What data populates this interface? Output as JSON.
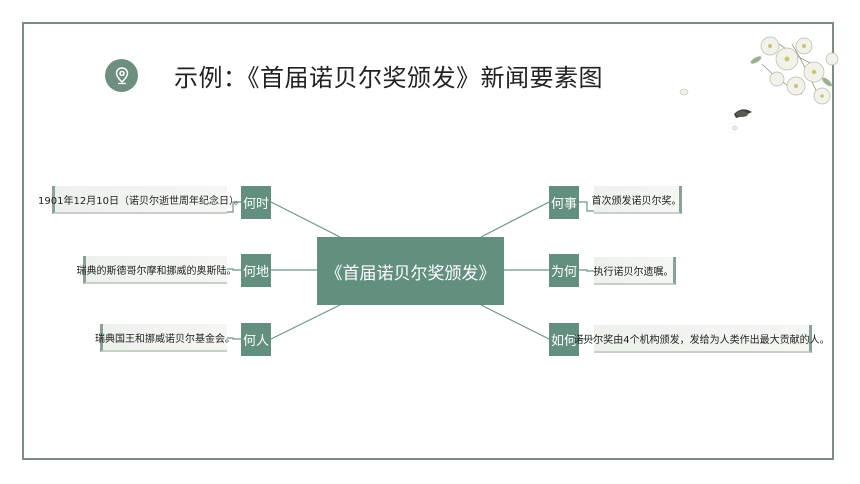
{
  "title": "示例：《首届诺贝尔奖颁发》新闻要素图",
  "center_label": "《首届诺贝尔奖颁发》",
  "nodes": {
    "when": {
      "question": "何时",
      "answer": "1901年12月10日（诺贝尔逝世周年纪念日）。"
    },
    "where": {
      "question": "何地",
      "answer": "瑞典的斯德哥尔摩和挪威的奥斯陆。"
    },
    "who": {
      "question": "何人",
      "answer": "瑞典国王和挪威诺贝尔基金会。"
    },
    "what": {
      "question": "何事",
      "answer": "首次颁发诺贝尔奖。"
    },
    "why": {
      "question": "为何",
      "answer": "执行诺贝尔遗嘱。"
    },
    "how": {
      "question": "如何",
      "answer": "诺贝尔奖由4个机构颁发，发给为人类作出最大贡献的人。"
    }
  },
  "colors": {
    "accent": "#628f7e",
    "frame": "#7a8c84",
    "answer_bg": "#edf1ec"
  },
  "icons": [
    "location-pin-icon",
    "flower-decoration-icon"
  ]
}
